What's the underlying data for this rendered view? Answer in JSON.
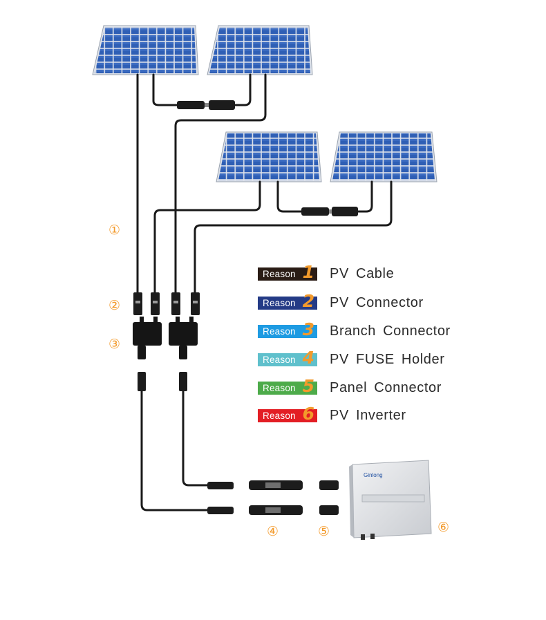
{
  "legend": [
    {
      "reason": "Reason",
      "number": "1",
      "label": "PV Cable",
      "color": "#2a1c15"
    },
    {
      "reason": "Reason",
      "number": "2",
      "label": "PV Connector",
      "color": "#243b86"
    },
    {
      "reason": "Reason",
      "number": "3",
      "label": "Branch Connector",
      "color": "#1e9be2"
    },
    {
      "reason": "Reason",
      "number": "4",
      "label": "PV FUSE Holder",
      "color": "#5fc0cc"
    },
    {
      "reason": "Reason",
      "number": "5",
      "label": "Panel Connector",
      "color": "#4dab4a"
    },
    {
      "reason": "Reason",
      "number": "6",
      "label": "PV Inverter",
      "color": "#e31e24"
    }
  ],
  "markers": [
    "①",
    "②",
    "③",
    "④",
    "⑤",
    "⑥"
  ],
  "inverter": {
    "brand": "Ginlong"
  },
  "colors": {
    "accent": "#f39a2b",
    "panel": "#2f5fb5",
    "cable": "#1a1a1a"
  }
}
